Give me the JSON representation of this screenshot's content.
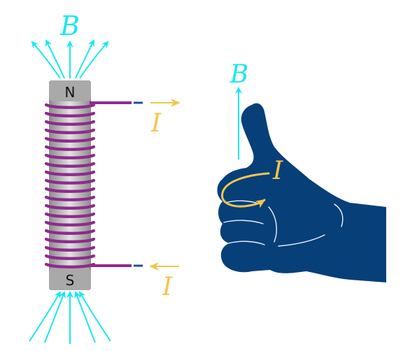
{
  "labels": {
    "field_top": "B",
    "north_pole": "N",
    "south_pole": "S",
    "current_top": "I",
    "current_bottom": "I",
    "hand_field": "B",
    "hand_current": "I"
  },
  "colors": {
    "field": "#1ae8ee",
    "current": "#f3c64e",
    "coil": "#8f2a8d",
    "core_gray": "#b7b7b7",
    "hand": "#073f78",
    "lead_tip": "#1f4f97"
  },
  "coil": {
    "turns": 20
  }
}
